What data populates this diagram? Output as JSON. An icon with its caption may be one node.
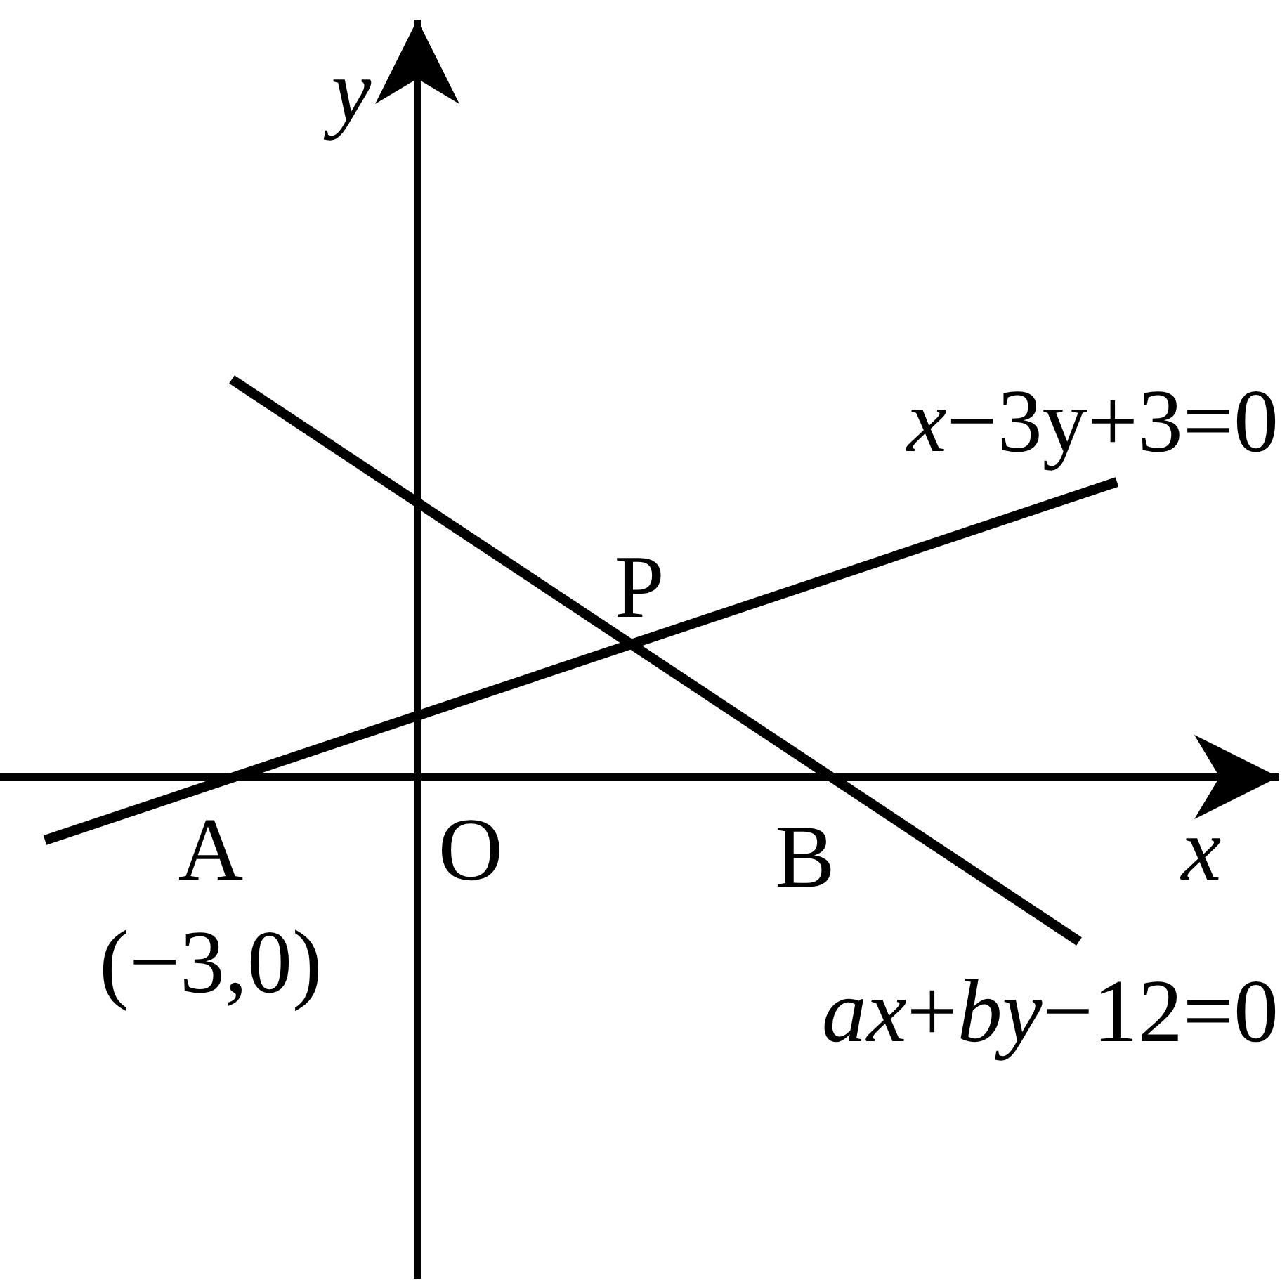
{
  "diagram": {
    "labels": [
      "y",
      "*x*−3y+3=0",
      "P",
      "A",
      "O",
      "B",
      "x",
      "(−3,0)",
      "*ax*+*by*−12=0"
    ]
  }
}
